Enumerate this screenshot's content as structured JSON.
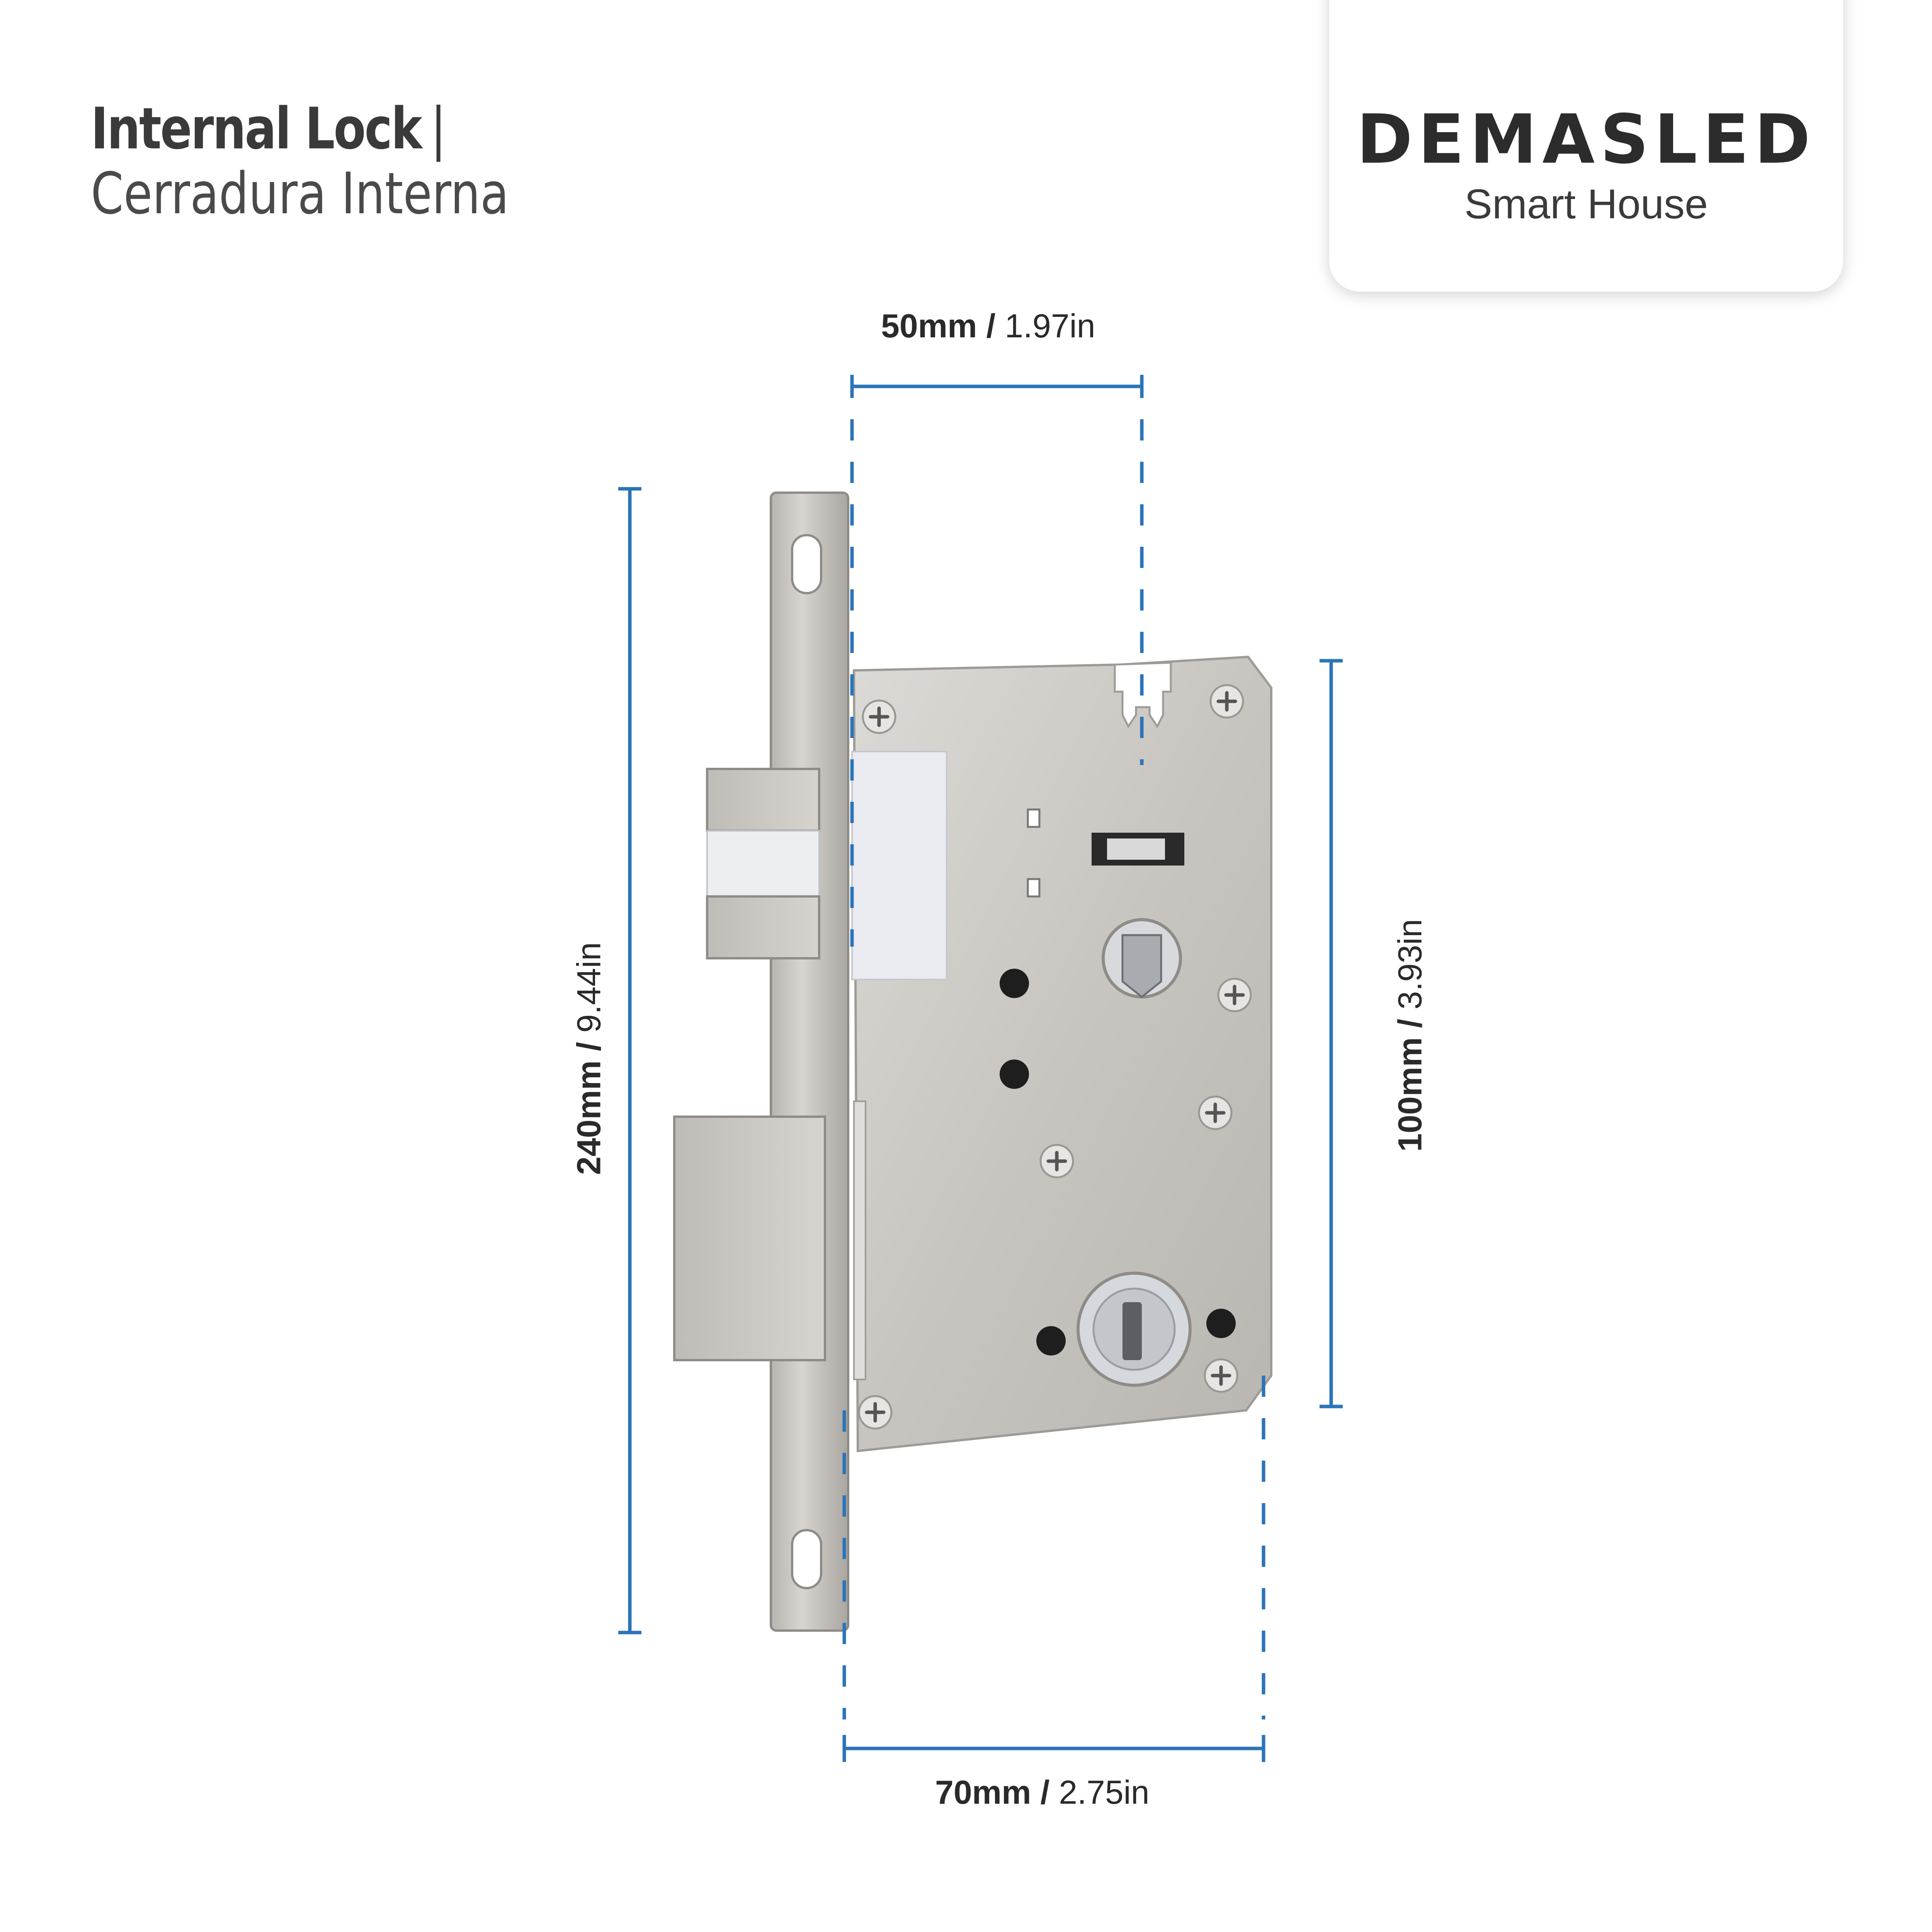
{
  "header": {
    "title": "Internal Lock",
    "separator": "|",
    "subtitle": "Cerradura Interna"
  },
  "brand": {
    "name": "DEMASLED",
    "tagline": "Smart House"
  },
  "dimensions": {
    "top_width": {
      "metric": "50mm",
      "slash": " / ",
      "imperial": "1.97in"
    },
    "bottom_width": {
      "metric": "70mm",
      "slash": " / ",
      "imperial": "2.75in"
    },
    "total_height": {
      "metric": "240mm",
      "slash": " / ",
      "imperial": "9.44in"
    },
    "body_height": {
      "metric": "100mm",
      "slash": " / ",
      "imperial": "3.93in"
    }
  },
  "colors": {
    "dimension_line": "#2b74b8",
    "text_dark": "#3a3a3a",
    "steel": "#c9c6c2"
  }
}
